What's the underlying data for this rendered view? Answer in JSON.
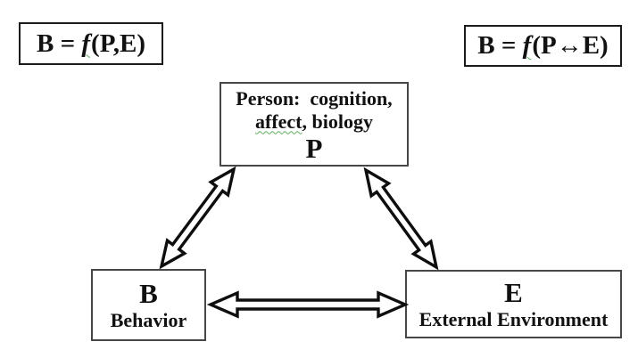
{
  "slide": {
    "background": "#ffffff",
    "text_color": "#111111",
    "box_border_color": "#474747",
    "formula_border_color": "#1b1b1b",
    "squiggle_color": "#5fae5f",
    "arrow_fill": "#ffffff",
    "arrow_outline": "#0e0e0e"
  },
  "formula_left": {
    "prefix": "B = ",
    "f": "f",
    "suffix": "(P,E)"
  },
  "formula_right": {
    "prefix": "B = ",
    "f": "f",
    "suffix": "(P↔E)"
  },
  "person": {
    "line1": "Person:  cognition,",
    "line2_word": "affect",
    "line2_rest": ", biology",
    "letter": "P"
  },
  "behavior": {
    "letter": "B",
    "label": "Behavior"
  },
  "environment": {
    "letter": "E",
    "label": "External Environment"
  },
  "arrows": [
    {
      "from": "P",
      "to": "B",
      "style": "hollow-double-headed"
    },
    {
      "from": "P",
      "to": "E",
      "style": "hollow-double-headed"
    },
    {
      "from": "B",
      "to": "E",
      "style": "hollow-double-headed"
    }
  ]
}
